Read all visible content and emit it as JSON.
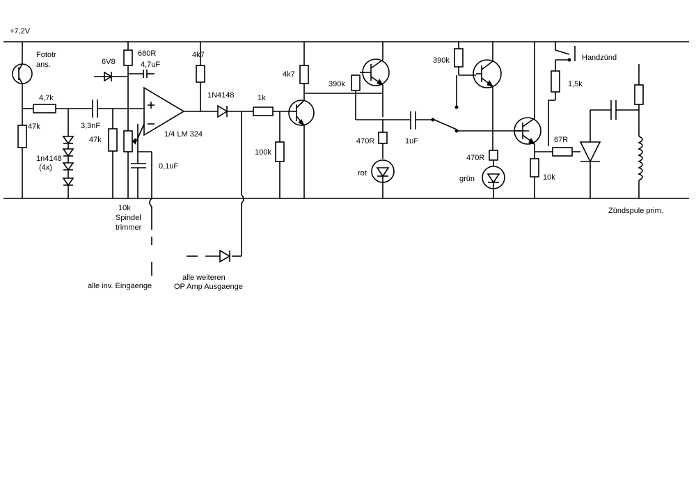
{
  "labels": {
    "supply": "+7,2V",
    "fototr_1": "Fototr",
    "fototr_2": "ans.",
    "r_4k7_a": "4,7k",
    "r_47k_left": "47k",
    "diodes_1": "1n4148",
    "diodes_2": "(4x)",
    "c_3n3": "3,3nF",
    "r_47k_mid": "47k",
    "z_6v8": "6V8",
    "r_680": "680R",
    "c_4u7": "4,7uF",
    "opamp": "1/4 LM 324",
    "c_0u1": "0,1uF",
    "trim_1": "10k",
    "trim_2": "Spindel",
    "trim_3": "trimmer",
    "inv_inputs": "alle inv. Eingaenge",
    "r_4k7_b": "4k7",
    "d_1n4148": "1N4148",
    "r_1k": "1k",
    "r_100k": "100k",
    "more_outputs_1": "alle weiteren",
    "more_outputs_2": "OP Amp Ausgaenge",
    "r_4k7_c": "4k7",
    "r_390k_a": "390k",
    "r_470_a": "470R",
    "led_rot": "rot",
    "c_1u": "1uF",
    "r_390k_b": "390k",
    "r_470_b": "470R",
    "led_gruen": "grün",
    "switch": "Handzünd",
    "r_1k5": "1,5k",
    "r_67": "67R",
    "r_10k": "10k",
    "coil": "Zündspule prim."
  }
}
